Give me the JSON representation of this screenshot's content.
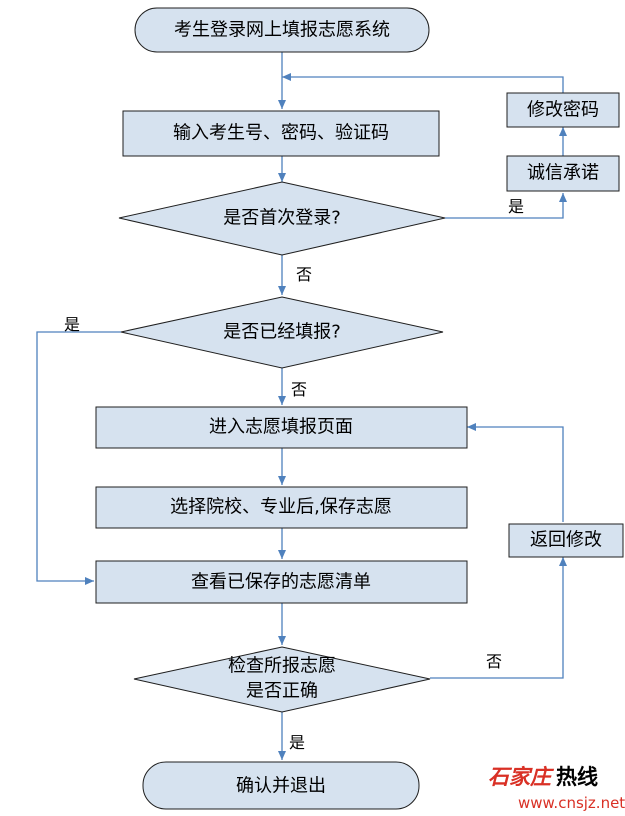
{
  "nodes": {
    "start": "考生登录网上填报志愿系统",
    "input_credentials": "输入考生号、密码、验证码",
    "first_login": "是否首次登录?",
    "change_password": "修改密码",
    "integrity_pledge": "诚信承诺",
    "already_filled": "是否已经填报?",
    "enter_page": "进入志愿填报页面",
    "select_save": "选择院校、专业后,保存志愿",
    "view_list": "查看已保存的志愿清单",
    "check_line1": "检查所报志愿",
    "check_line2": "是否正确",
    "go_back": "返回修改",
    "end": "确认并退出"
  },
  "edge_labels": {
    "first_login_yes": "是",
    "first_login_no": "否",
    "filled_yes": "是",
    "filled_no": "否",
    "check_no": "否",
    "check_yes": "是"
  },
  "watermark": {
    "brand_script": "石家庄",
    "brand_hot": "热线",
    "url": "www.cnsjz.net"
  },
  "colors": {
    "shape_fill": "#d6e2ef",
    "shape_stroke": "#1f1f1f",
    "connector": "#4f81bd"
  }
}
